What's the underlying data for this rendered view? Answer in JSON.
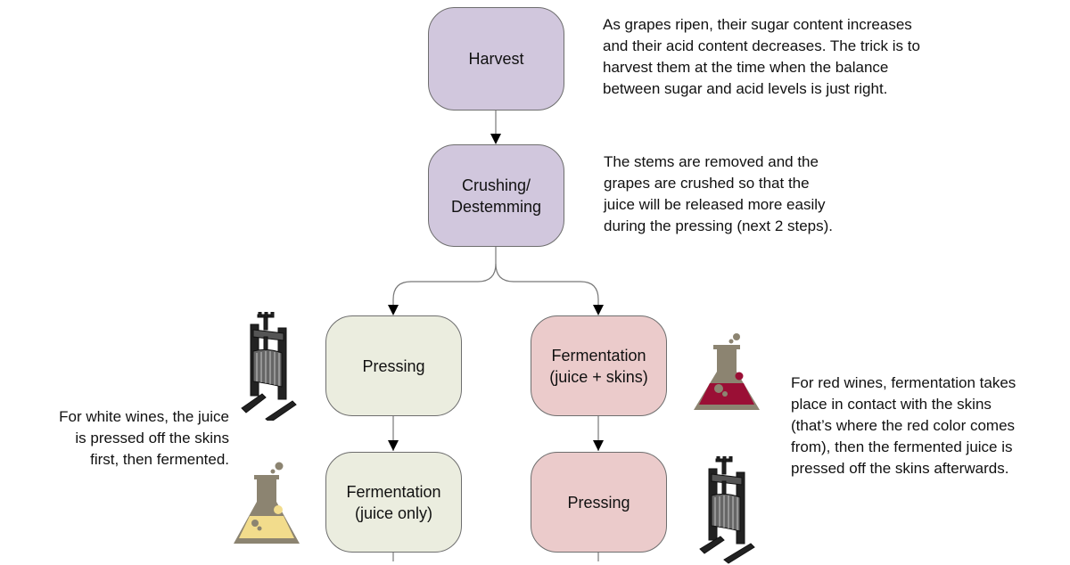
{
  "diagram": {
    "title": "Wine making process",
    "nodes": {
      "harvest": {
        "label": "Harvest",
        "fill": "#d1c7dd"
      },
      "crushing": {
        "label": "Crushing/\nDestemming",
        "fill": "#d1c7dd"
      },
      "white_pressing": {
        "label": "Pressing",
        "fill": "#ebeddf"
      },
      "white_fermentation": {
        "label": "Fermentation\n(juice only)",
        "fill": "#ebeddf"
      },
      "red_fermentation": {
        "label": "Fermentation\n(juice + skins)",
        "fill": "#ebcbcb"
      },
      "red_pressing": {
        "label": "Pressing",
        "fill": "#ebcbcb"
      }
    },
    "notes": {
      "harvest": "As grapes ripen, their sugar content increases\nand their acid content decreases.  The trick is to\nharvest them at the time when the balance\nbetween sugar and acid levels is just right.",
      "crushing": "The stems are removed and the\ngrapes are crushed so that the\njuice will be released more easily\nduring the pressing (next 2 steps).",
      "white": "For white wines, the juice\nis pressed off the skins\nfirst, then fermented.",
      "red": "For red wines, fermentation takes\nplace in contact with the skins\n(that’s where the red color comes\nfrom), then the fermented juice is\npressed off the skins afterwards."
    },
    "icons": {
      "press": "wine-press-icon",
      "flask_white": "flask-white-wine-icon",
      "flask_red": "flask-red-wine-icon"
    },
    "colors": {
      "flask_body": "#8c8471",
      "white_liquid": "#f2dc8c",
      "red_liquid": "#9a0f35",
      "connector": "#777777",
      "arrowhead": "#000000"
    }
  }
}
